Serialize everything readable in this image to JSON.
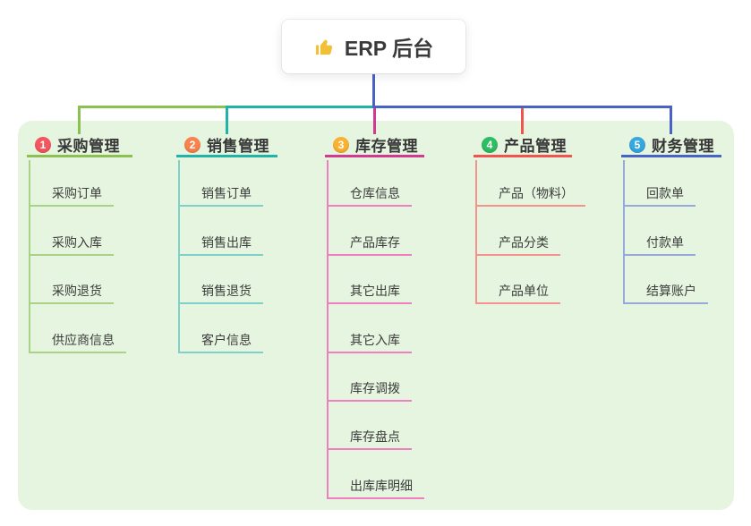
{
  "root": {
    "icon": "thumbs-up-icon",
    "icon_color": "#f2c037",
    "title": "ERP 后台"
  },
  "connector": {
    "trunk_color": "#4862c6"
  },
  "panel": {
    "bg_color": "#e6f5df"
  },
  "branches": [
    {
      "number": "1",
      "title": "采购管理",
      "badge_color": "#f4565e",
      "line_color": "#8cc152",
      "child_line_color": "#a9d287",
      "children": [
        "采购订单",
        "采购入库",
        "采购退货",
        "供应商信息"
      ]
    },
    {
      "number": "2",
      "title": "销售管理",
      "badge_color": "#f8834d",
      "line_color": "#22b3a8",
      "child_line_color": "#7ed0c9",
      "children": [
        "销售订单",
        "销售出库",
        "销售退货",
        "客户信息"
      ]
    },
    {
      "number": "3",
      "title": "库存管理",
      "badge_color": "#f9b233",
      "line_color": "#d23a92",
      "child_line_color": "#ef7fbe",
      "children": [
        "仓库信息",
        "产品库存",
        "其它出库",
        "其它入库",
        "库存调拨",
        "库存盘点",
        "出库库明细"
      ]
    },
    {
      "number": "4",
      "title": "产品管理",
      "badge_color": "#2fbd63",
      "line_color": "#f1534e",
      "child_line_color": "#f5928c",
      "children": [
        "产品（物料）",
        "产品分类",
        "产品单位"
      ]
    },
    {
      "number": "5",
      "title": "财务管理",
      "badge_color": "#36a8e0",
      "line_color": "#4862c6",
      "child_line_color": "#97a9dc",
      "children": [
        "回款单",
        "付款单",
        "结算账户"
      ]
    }
  ]
}
